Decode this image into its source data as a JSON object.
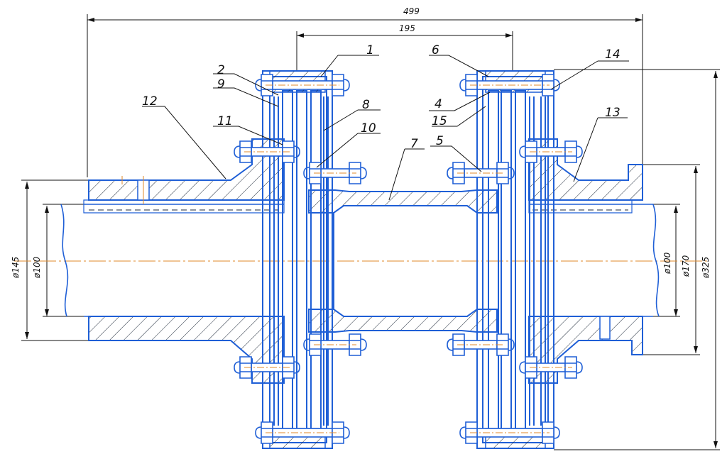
{
  "dimensions": {
    "overall_length": "499",
    "spacer_length": "195",
    "bore_left": "ø100",
    "hub_left": "ø145",
    "bore_right": "ø100",
    "hub_right": "ø170",
    "flange_outer": "ø325"
  },
  "part_numbers": [
    "1",
    "2",
    "4",
    "5",
    "6",
    "7",
    "8",
    "9",
    "10",
    "11",
    "12",
    "13",
    "14",
    "15"
  ],
  "colors": {
    "outline": "#1f5fd6",
    "hatch": "#1e2a3a",
    "center_line": "#e08a2a",
    "dimension": "#111111"
  }
}
